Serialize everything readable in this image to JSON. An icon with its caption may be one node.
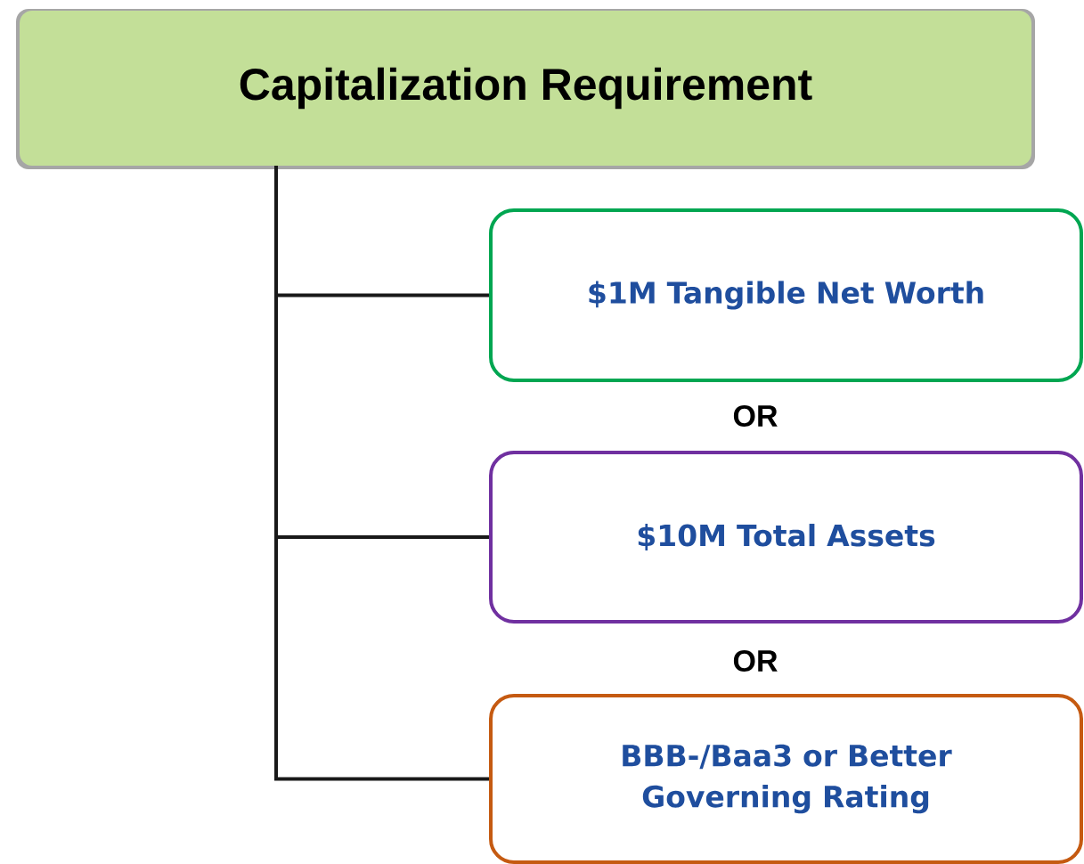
{
  "diagram": {
    "nodes": [
      {
        "text": [
          "Capitalization Requirement"
        ]
      },
      {
        "text": [
          "$1M Tangible Net Worth"
        ]
      },
      {
        "text": [
          "$10M Total Assets"
        ]
      },
      {
        "text": [
          "BBB-/Baa3 or Better Governing Rating"
        ]
      }
    ],
    "edges": [
      {
        "from": 0,
        "to": 1,
        "arrow": "none"
      },
      {
        "from": 0,
        "to": 2,
        "arrow": "none"
      },
      {
        "from": 0,
        "to": 3,
        "arrow": "none"
      }
    ],
    "labels": [
      "OR",
      "OR"
    ]
  }
}
